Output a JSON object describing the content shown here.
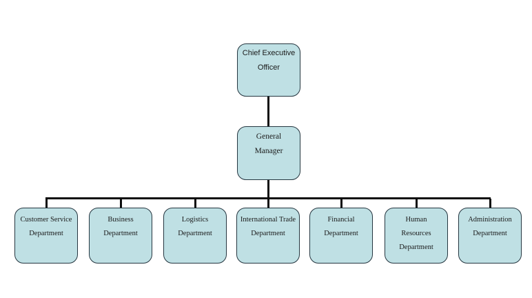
{
  "org_chart": {
    "type": "org-chart",
    "root": {
      "id": "chief-executive-officer",
      "lines": [
        "Chief Executive",
        "Officer"
      ]
    },
    "manager": {
      "id": "general-manager",
      "lines": [
        "General",
        "Manager"
      ]
    },
    "departments": [
      {
        "id": "customer-service-department",
        "lines": [
          "Customer Service",
          "Department"
        ]
      },
      {
        "id": "business-department",
        "lines": [
          "Business",
          "Department"
        ]
      },
      {
        "id": "logistics-department",
        "lines": [
          "Logistics",
          "Department"
        ]
      },
      {
        "id": "international-trade-department",
        "lines": [
          "International Trade",
          "Department"
        ]
      },
      {
        "id": "financial-department",
        "lines": [
          "Financial",
          "Department"
        ]
      },
      {
        "id": "human-resources-department",
        "lines": [
          "Human",
          "Resources",
          "Department"
        ]
      },
      {
        "id": "administration-department",
        "lines": [
          "Administration",
          "Department"
        ]
      }
    ],
    "colors": {
      "box_fill": "#bfe0e4",
      "box_border": "#24353f",
      "connector": "#0d0d0d",
      "text": "#1a1a1a",
      "background": "#ffffff"
    }
  }
}
